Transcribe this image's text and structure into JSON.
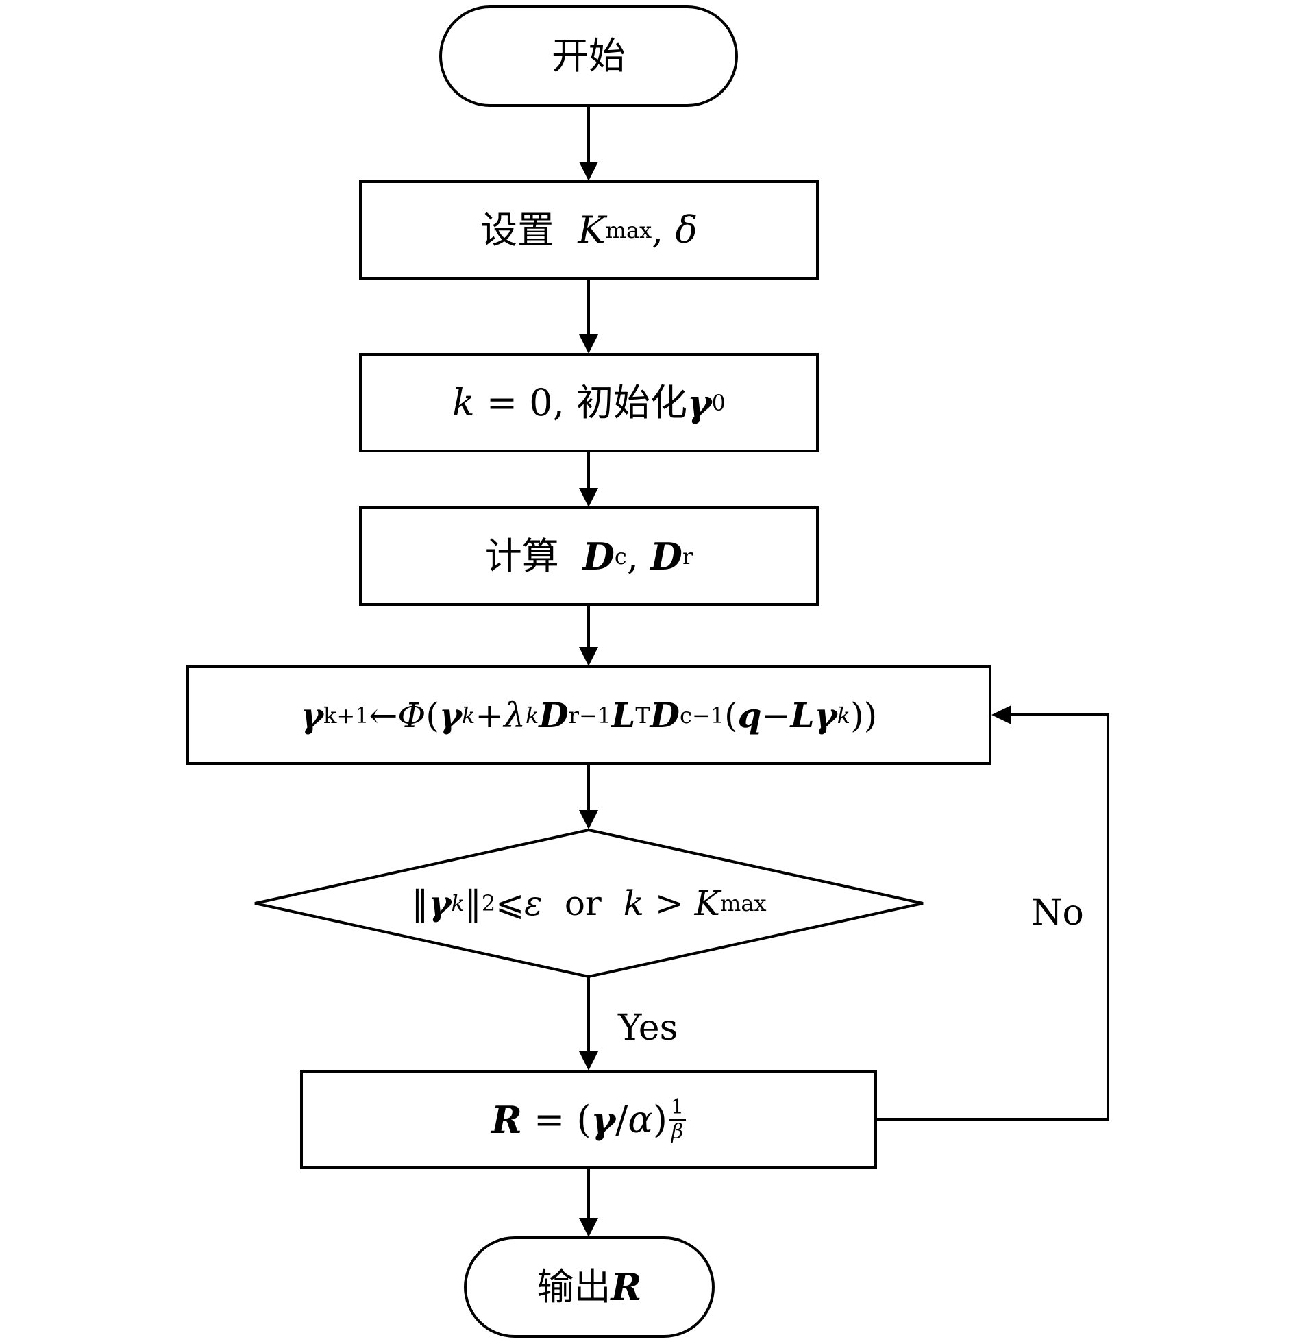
{
  "diagram": {
    "nodes": {
      "start": {
        "label": "开始"
      },
      "set_params": {
        "label_cn": "设置",
        "label_k": "K",
        "label_max": "max",
        "label_sep": ",",
        "label_delta": "δ"
      },
      "init": {
        "label_k": "k",
        "label_eq": "= 0,",
        "label_cn": "初始化",
        "label_gamma": "γ",
        "label_sup": "0"
      },
      "compute": {
        "label_cn": "计算",
        "label_D": "D",
        "label_c": "c",
        "label_sep": ",",
        "label_r": "r"
      },
      "update": {
        "g": "γ",
        "k1": "k+1",
        "arrow": "←",
        "phi": "Φ",
        "open1": "(",
        "k": "k",
        "plus": "+",
        "lambda": "λ",
        "D": "D",
        "r": "r",
        "inv": "−1",
        "L": "L",
        "T": "T",
        "c": "c",
        "open2": "(",
        "q": "q",
        "minus": "−",
        "close": "))"
      },
      "condition": {
        "norm_open": "‖",
        "g": "γ",
        "k": "k",
        "norm_close": "‖",
        "two": "2",
        "leq": "⩽",
        "eps": "ε",
        "or": "or",
        "kv": "k",
        "gt": ">",
        "K": "K",
        "max": "max"
      },
      "result": {
        "R": "R",
        "eq": "=",
        "paren_open": "(",
        "g": "γ",
        "slash": "/",
        "alpha": "α",
        "paren_close": ")",
        "frac_num": "1",
        "frac_den": "β"
      },
      "output": {
        "label_cn": "输出",
        "label_R": "R"
      }
    },
    "edges": {
      "yes_label": "Yes",
      "no_label": "No"
    }
  }
}
